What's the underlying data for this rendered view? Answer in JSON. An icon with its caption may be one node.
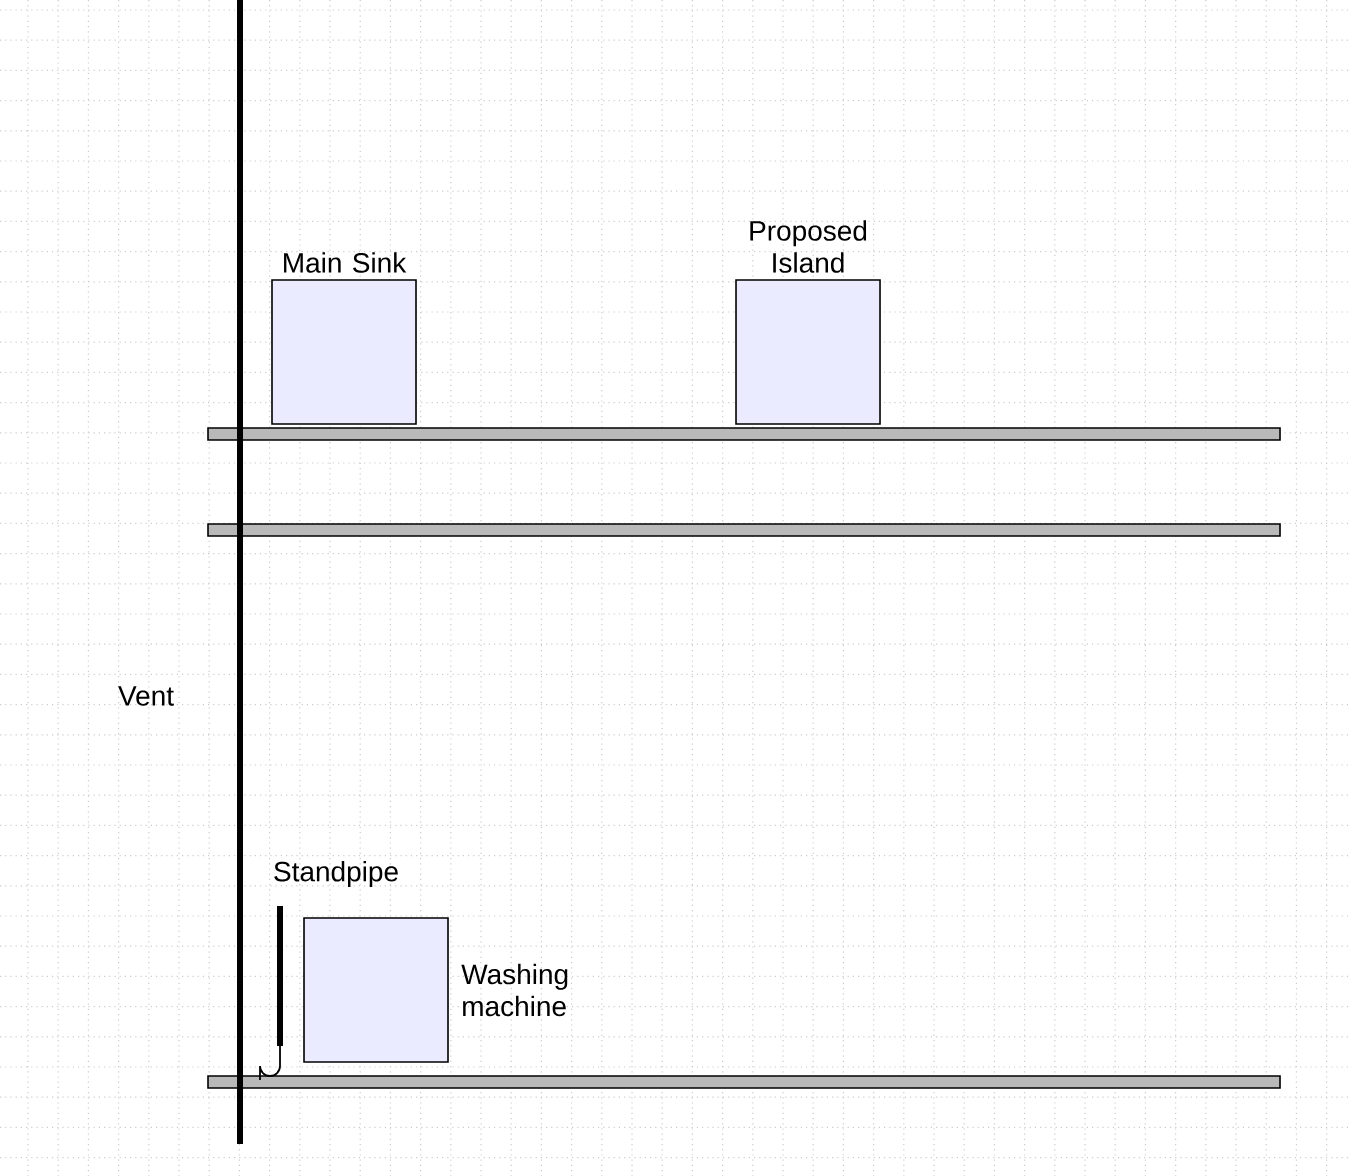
{
  "diagram": {
    "nodes": [
      {
        "text": [
          "Main Sink"
        ]
      },
      {
        "text": [
          "Proposed Island"
        ]
      },
      {
        "text": [
          "Washing machine"
        ]
      }
    ],
    "labels": [
      "Vent",
      "Standpipe"
    ]
  }
}
